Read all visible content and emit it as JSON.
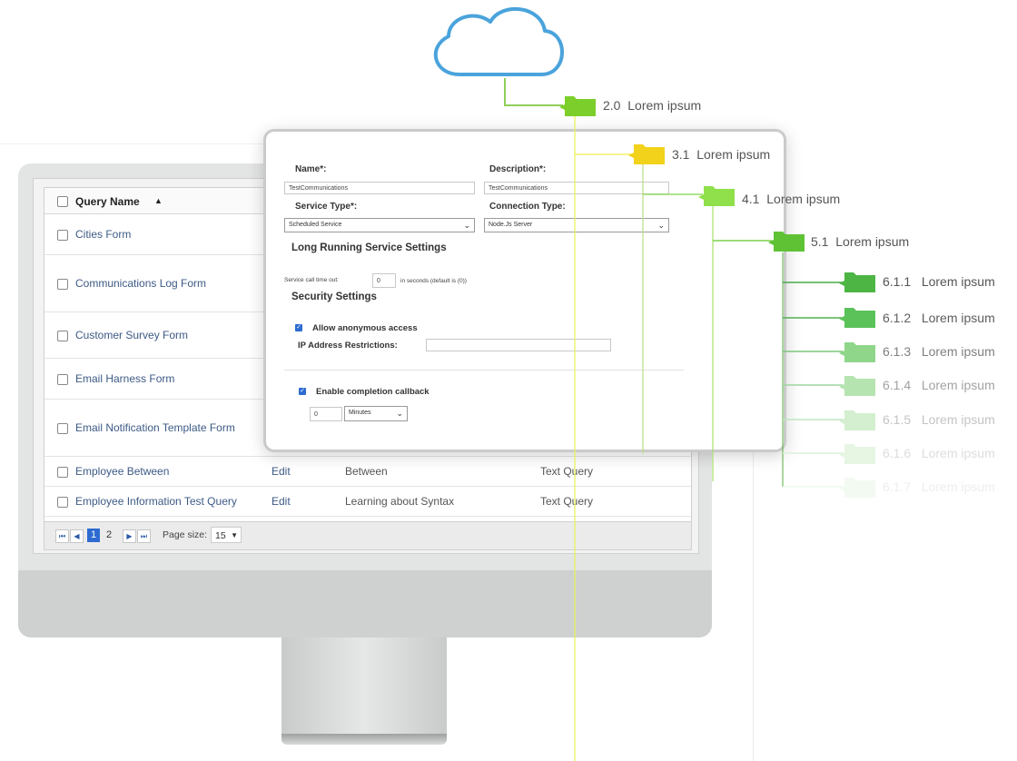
{
  "grid": {
    "header": {
      "query_name": "Query Name"
    },
    "rows": [
      {
        "name": "Cities Form"
      },
      {
        "name": "Communications Log Form"
      },
      {
        "name": "Customer Survey Form"
      },
      {
        "name": "Email Harness Form"
      },
      {
        "name": "Email Notification Template Form"
      },
      {
        "name": "Employee Between",
        "edit": "Edit",
        "description": "Between",
        "type": "Text Query"
      },
      {
        "name": "Employee Information Test Query",
        "edit": "Edit",
        "description": "Learning about Syntax",
        "type": "Text Query"
      }
    ],
    "pager": {
      "pages": [
        "1",
        "2"
      ],
      "page_size_label": "Page size:",
      "page_size": "15"
    }
  },
  "dialog": {
    "name_label": "Name*:",
    "name_value": "TestCommunications",
    "description_label": "Description*:",
    "description_value": "TestCommunications",
    "service_type_label": "Service Type*:",
    "service_type_value": "Scheduled Service",
    "connection_type_label": "Connection Type:",
    "connection_type_value": "Node.Js Server",
    "long_running_title": "Long Running Service Settings",
    "timeout_label": "Service call time out:",
    "timeout_value": "0",
    "timeout_hint": "in seconds (default is (0))",
    "security_title": "Security Settings",
    "anonymous_label": "Allow anonymous access",
    "ip_label": "IP Address Restrictions:",
    "callback_label": "Enable completion callback",
    "callback_value": "0",
    "callback_unit": "Minutes"
  },
  "tree": {
    "nodes": [
      {
        "num": "2.0",
        "text": "Lorem ipsum",
        "color": "#7ccf2a"
      },
      {
        "num": "3.1",
        "text": "Lorem ipsum",
        "color": "#f2d21a"
      },
      {
        "num": "4.1",
        "text": "Lorem ipsum",
        "color": "#8fe04a"
      },
      {
        "num": "5.1",
        "text": "Lorem ipsum",
        "color": "#5fc234"
      },
      {
        "num": "6.1.1",
        "text": "Lorem ipsum",
        "color": "#4db543"
      },
      {
        "num": "6.1.2",
        "text": "Lorem ipsum",
        "color": "#5bc25a"
      },
      {
        "num": "6.1.3",
        "text": "Lorem ipsum",
        "color": "#8fd68a"
      },
      {
        "num": "6.1.4",
        "text": "Lorem ipsum",
        "color": "#b6e4b0"
      },
      {
        "num": "6.1.5",
        "text": "Lorem ipsum",
        "color": "#d3efcf"
      },
      {
        "num": "6.1.6",
        "text": "Lorem ipsum",
        "color": "#e6f6e3"
      },
      {
        "num": "6.1.7",
        "text": "Lorem ipsum",
        "color": "#f3faf2"
      }
    ]
  }
}
